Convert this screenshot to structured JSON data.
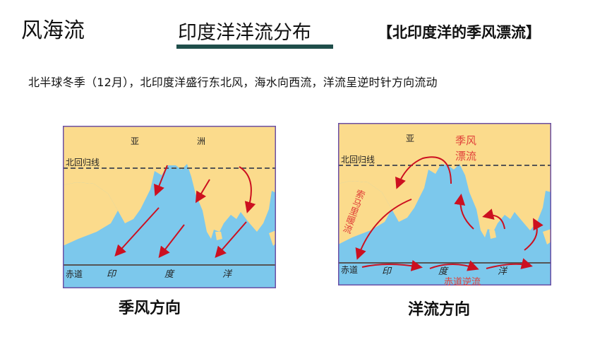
{
  "header": {
    "section_title": "风海流",
    "slide_title": "印度洋洋流分布",
    "topic": "【北印度洋的季风漂流】"
  },
  "description": "北半球冬季（12月），北印度洋盛行东北风，海水向西流，洋流呈逆时针方向流动",
  "left_map": {
    "label_asia_1": "亚",
    "label_asia_2": "洲",
    "tropic_label": "北回归线",
    "equator_label": "赤道",
    "ocean_1": "印",
    "ocean_2": "度",
    "ocean_3": "洋",
    "caption": "季风方向"
  },
  "right_map": {
    "label_asia": "亚",
    "tropic_label": "北回归线",
    "equator_label": "赤道",
    "ocean_1": "印",
    "ocean_2": "度",
    "ocean_3": "洋",
    "monsoon_drift_1": "季风",
    "monsoon_drift_2": "漂流",
    "somali_current": "索马里暖流",
    "equatorial_counter": "赤道逆流",
    "caption": "洋流方向"
  },
  "colors": {
    "land": "#fbdb8c",
    "sea": "#7cc8ec",
    "arrow": "#cc1020",
    "red_text": "#e0403a",
    "underline": "#1f4e4a"
  }
}
